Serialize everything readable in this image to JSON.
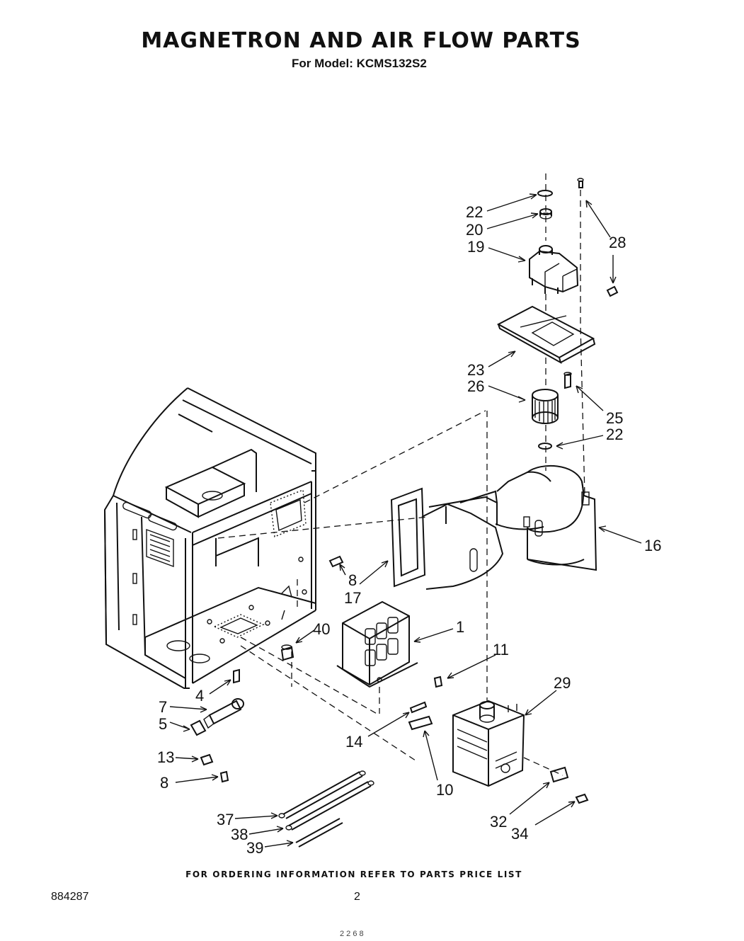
{
  "title": "MAGNETRON AND AIR FLOW PARTS",
  "subtitle": "For Model: KCMS132S2",
  "footer_note": "FOR ORDERING INFORMATION REFER TO PARTS PRICE LIST",
  "doc_number": "884287",
  "page_number": "2",
  "bottom_scrawl": "2 2  6  8",
  "callouts": [
    {
      "id": "22a",
      "text": "22"
    },
    {
      "id": "20",
      "text": "20"
    },
    {
      "id": "19",
      "text": "19"
    },
    {
      "id": "28",
      "text": "28"
    },
    {
      "id": "23",
      "text": "23"
    },
    {
      "id": "26",
      "text": "26"
    },
    {
      "id": "25",
      "text": "25"
    },
    {
      "id": "22b",
      "text": "22"
    },
    {
      "id": "16",
      "text": "16"
    },
    {
      "id": "8a",
      "text": "8"
    },
    {
      "id": "17",
      "text": "17"
    },
    {
      "id": "40",
      "text": "40"
    },
    {
      "id": "1",
      "text": "1"
    },
    {
      "id": "11",
      "text": "11"
    },
    {
      "id": "29",
      "text": "29"
    },
    {
      "id": "4",
      "text": "4"
    },
    {
      "id": "7",
      "text": "7"
    },
    {
      "id": "5",
      "text": "5"
    },
    {
      "id": "14",
      "text": "14"
    },
    {
      "id": "13",
      "text": "13"
    },
    {
      "id": "10",
      "text": "10"
    },
    {
      "id": "8b",
      "text": "8"
    },
    {
      "id": "32",
      "text": "32"
    },
    {
      "id": "34",
      "text": "34"
    },
    {
      "id": "37",
      "text": "37"
    },
    {
      "id": "38",
      "text": "38"
    },
    {
      "id": "39",
      "text": "39"
    }
  ]
}
